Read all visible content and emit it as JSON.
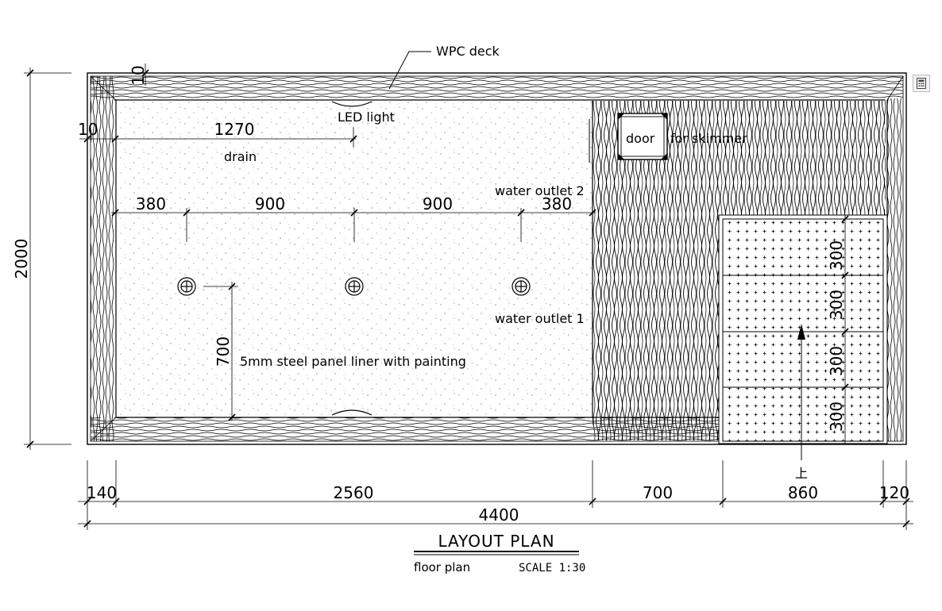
{
  "drawing": {
    "title": "LAYOUT PLAN",
    "subtitle": "floor plan",
    "scale": "SCALE 1:30"
  },
  "labels": {
    "wpc_deck": "WPC deck",
    "led_light": "LED light",
    "drain": "drain",
    "water_outlet_2": "water outlet 2",
    "water_outlet_1": "water outlet 1",
    "liner": "5mm steel panel liner with painting",
    "door": "door",
    "skimmer": "for skimmer",
    "stair_up": "上"
  },
  "dimensions": {
    "overall_height": "2000",
    "overall_length": "4400",
    "wall_thickness": "10",
    "drain_offset_left": "10",
    "drain_offset": "1270",
    "outlet_spacing": [
      "380",
      "900",
      "900",
      "380"
    ],
    "outlet_to_wall": "700",
    "bottom_chain": [
      "140",
      "2560",
      "700",
      "860",
      "120"
    ],
    "step_depths": [
      "300",
      "300",
      "300",
      "300"
    ]
  },
  "colors": {
    "line": "#000000",
    "background": "#ffffff"
  },
  "icons": {
    "toolbox": "calculator-icon"
  }
}
